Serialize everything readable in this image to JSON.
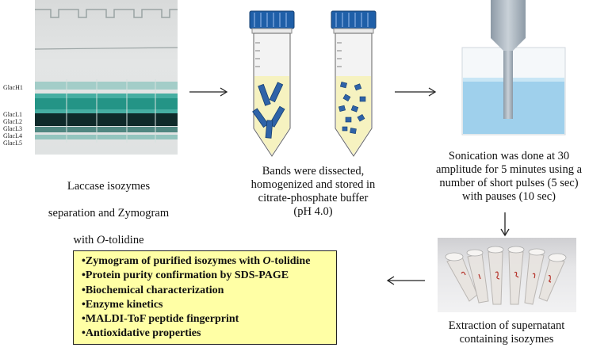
{
  "gel": {
    "labels": [
      "GlacH1",
      "GlacL1",
      "GlacL2",
      "GlacL3",
      "GlacL4",
      "GlacL5"
    ]
  },
  "captions": {
    "step1_line1": "Laccase isozymes",
    "step1_line2": "separation and Zymogram",
    "step1_line3_pre": "with ",
    "step1_line3_italic": "O",
    "step1_line3_post": "-tolidine",
    "step2": "Bands were dissected,\nhomogenized and stored in\ncitrate-phosphate buffer\n(pH 4.0)",
    "step3": "Sonication was done at 30\namplitude for 5 minutes using a\nnumber of short pulses (5 sec)\nwith pauses (10 sec)",
    "step4": "Extraction of supernatant\ncontaining  isozymes"
  },
  "summary": {
    "items": [
      {
        "pre": "•Zymogram of purified isozymes with ",
        "italic": "O",
        "post": "-tolidine"
      },
      {
        "pre": "•Protein purity confirmation by SDS-PAGE",
        "italic": "",
        "post": ""
      },
      {
        "pre": "•Biochemical characterization",
        "italic": "",
        "post": ""
      },
      {
        "pre": "•Enzyme kinetics",
        "italic": "",
        "post": ""
      },
      {
        "pre": "•MALDI-ToF peptide fingerprint",
        "italic": "",
        "post": ""
      },
      {
        "pre": "•Antioxidative properties",
        "italic": "",
        "post": ""
      }
    ]
  },
  "colors": {
    "summary_box": "#ffffa5",
    "band_dark": "#0f2a2a",
    "band_teal": "#1f9c8f",
    "tube_cap": "#1f5fa8",
    "tube_liquid": "#f6f2c0",
    "band_piece": "#2f63a8",
    "beaker_liquid": "#9fd0ec"
  }
}
